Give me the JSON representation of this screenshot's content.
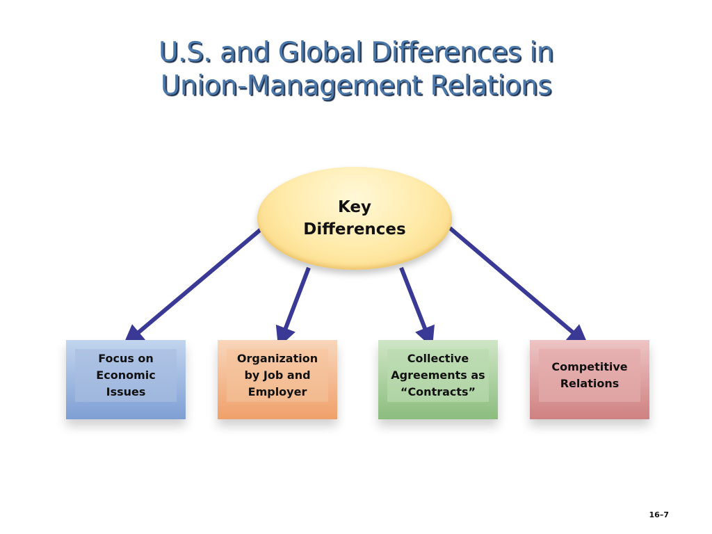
{
  "title": {
    "line1": "U.S. and Global Differences in",
    "line2": "Union-Management Relations"
  },
  "center": {
    "line1": "Key",
    "line2": "Differences"
  },
  "boxes": [
    {
      "lines": [
        "Focus on",
        "Economic",
        "Issues"
      ],
      "color": "#9fb7de"
    },
    {
      "lines": [
        "Organization",
        "by Job and",
        "Employer"
      ],
      "color": "#f2b98e"
    },
    {
      "lines": [
        "Collective",
        "Agreements as",
        "“Contracts”"
      ],
      "color": "#b0d4a5"
    },
    {
      "lines": [
        "Competitive",
        "Relations"
      ],
      "color": "#dfa3a3"
    }
  ],
  "page_number": "16–7",
  "colors": {
    "title": "#4a78ab",
    "arrow": "#3a3a96",
    "ellipse": "#ffe9a6"
  }
}
